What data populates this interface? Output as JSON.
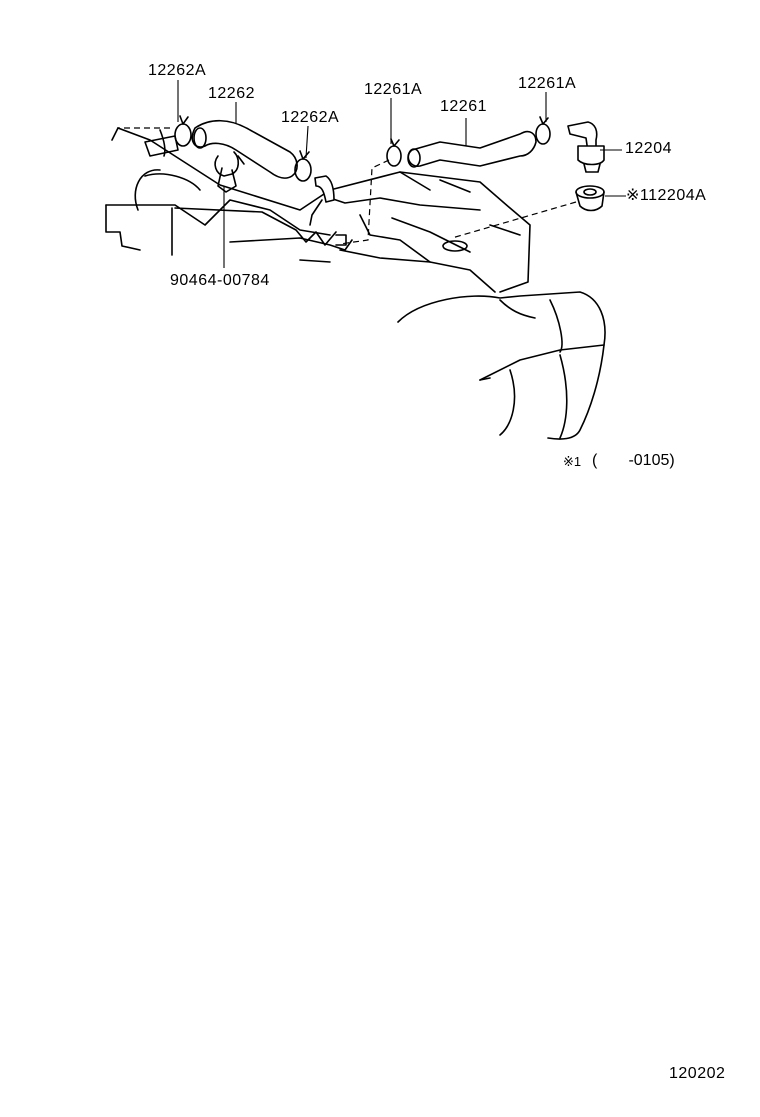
{
  "diagram": {
    "labels": {
      "clip_12262A_left": "12262A",
      "hose_12262": "12262",
      "clip_12262A_right": "12262A",
      "clip_12261A_left": "12261A",
      "hose_12261": "12261",
      "clip_12261A_right": "12261A",
      "valve_12204": "12204",
      "grommet_12204A": "※112204A",
      "clamp_90464": "90464-00784"
    },
    "note": {
      "mark": "※1",
      "range": "(       -0105)"
    },
    "figure_code": "120202"
  }
}
